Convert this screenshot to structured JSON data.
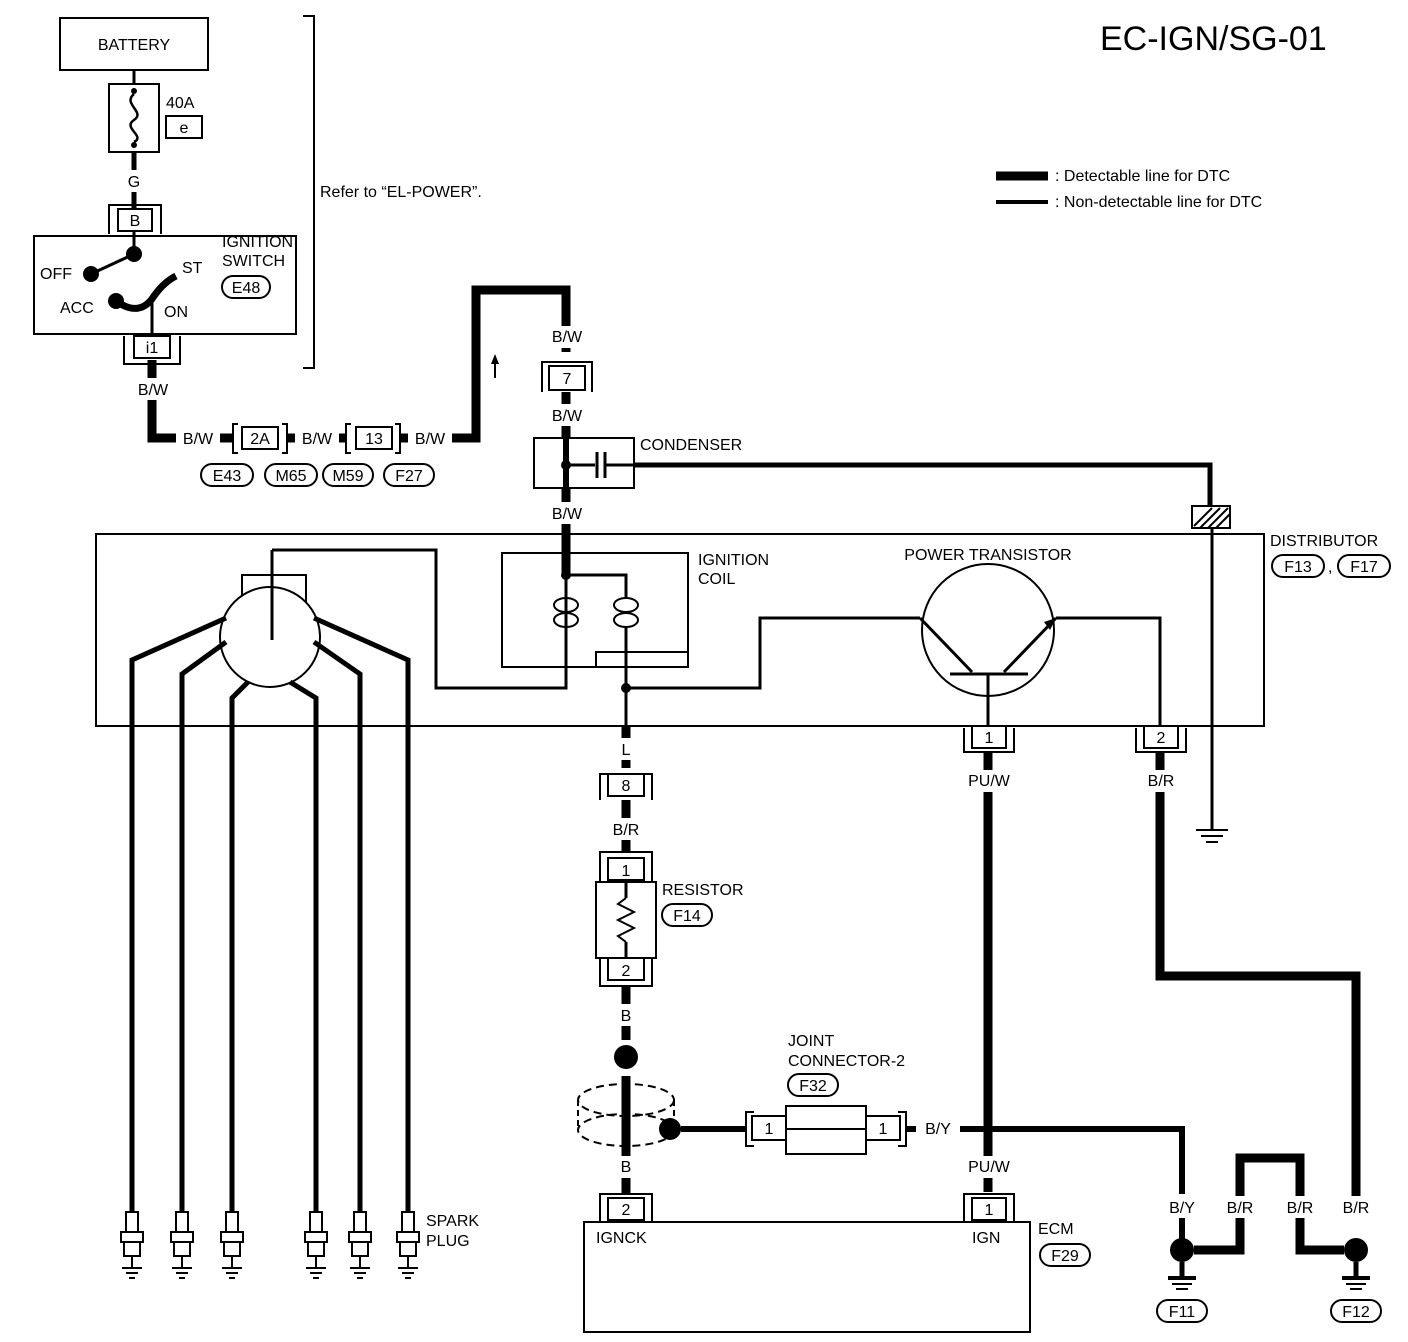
{
  "page_title": "EC-IGN/SG-01",
  "legend": {
    "detectable": ": Detectable line for DTC",
    "non_detectable": ": Non-detectable line for DTC"
  },
  "refer_note": "Refer to “EL-POWER”.",
  "battery": {
    "label": "BATTERY",
    "fuse_rating": "40A",
    "fuse_id": "e"
  },
  "wire_colors": {
    "g": "G",
    "bw": "B/W",
    "br": "B/R",
    "l": "L",
    "b": "B",
    "puw": "PU/W",
    "by": "B/Y"
  },
  "ignition_switch": {
    "title_line1": "IGNITION",
    "title_line2": "SWITCH",
    "connector": "E48",
    "terminal_top": "B",
    "terminal_bottom": "i1",
    "off": "OFF",
    "acc": "ACC",
    "st": "ST",
    "on": "ON"
  },
  "harness_connectors": {
    "c2a": "2A",
    "c13": "13",
    "e43": "E43",
    "m65": "M65",
    "m59": "M59",
    "f27": "F27"
  },
  "pin_7": "7",
  "condenser": {
    "label": "CONDENSER"
  },
  "distributor": {
    "label": "DISTRIBUTOR",
    "conn1": "F13",
    "sep": ",",
    "conn2": "F17"
  },
  "ignition_coil": {
    "line1": "IGNITION",
    "line2": "COIL"
  },
  "power_transistor": {
    "label": "POWER TRANSISTOR",
    "pin1": "1",
    "pin2": "2"
  },
  "pin_8": "8",
  "resistor": {
    "label": "RESISTOR",
    "connector": "F14",
    "pin1": "1",
    "pin2": "2"
  },
  "joint_connector": {
    "line1": "JOINT",
    "line2": "CONNECTOR-2",
    "connector": "F32",
    "pin_left": "1",
    "pin_right": "1"
  },
  "ecm": {
    "label": "ECM",
    "connector": "F29",
    "ignck": "IGNCK",
    "ign": "IGN",
    "pin_ignck": "2",
    "pin_ign": "1"
  },
  "spark_plug": {
    "line1": "SPARK",
    "line2": "PLUG"
  },
  "grounds": {
    "f11": "F11",
    "f12": "F12"
  }
}
